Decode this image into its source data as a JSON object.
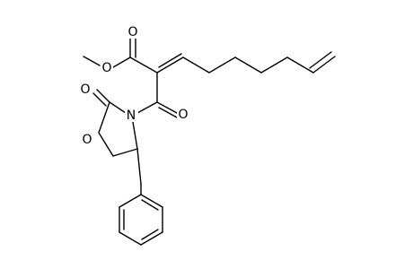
{
  "structure": {
    "atoms": [
      {
        "id": "O_ester_carbonyl",
        "label": "O"
      },
      {
        "id": "O_ester_methoxy",
        "label": "O"
      },
      {
        "id": "O_acyl",
        "label": "O"
      },
      {
        "id": "N_ring",
        "label": "N"
      },
      {
        "id": "O_ring_carbonyl",
        "label": "O"
      },
      {
        "id": "O_ring",
        "label": "O"
      }
    ]
  }
}
